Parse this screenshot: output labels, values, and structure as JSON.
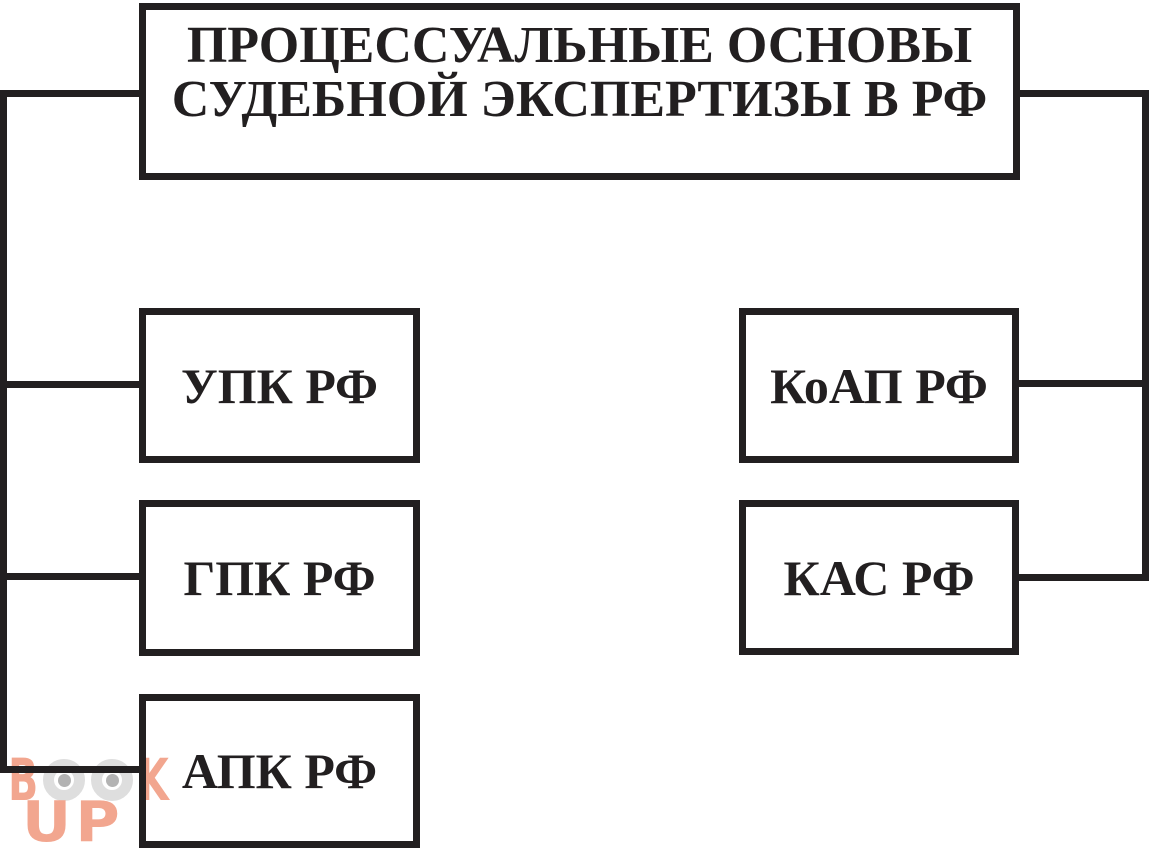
{
  "diagram": {
    "title": {
      "line1": "ПРОЦЕССУАЛЬНЫЕ ОСНОВЫ",
      "line2": "СУДЕБНОЙ ЭКСПЕРТИЗЫ В РФ"
    },
    "left_branch": [
      {
        "label": "УПК РФ"
      },
      {
        "label": "ГПК РФ"
      },
      {
        "label": "АПК РФ"
      }
    ],
    "right_branch": [
      {
        "label": "КоАП РФ"
      },
      {
        "label": "КАС РФ"
      }
    ],
    "colors": {
      "stroke": "#221f20",
      "background": "#ffffff"
    }
  },
  "watermark": {
    "word_top": "BOOK",
    "word_top_letter_b": "B",
    "word_top_letter_k": "K",
    "word_bottom": "UP",
    "colors": {
      "accent": "#f2a68f",
      "ring": "#dedede",
      "dot": "#b3b3b3"
    }
  }
}
